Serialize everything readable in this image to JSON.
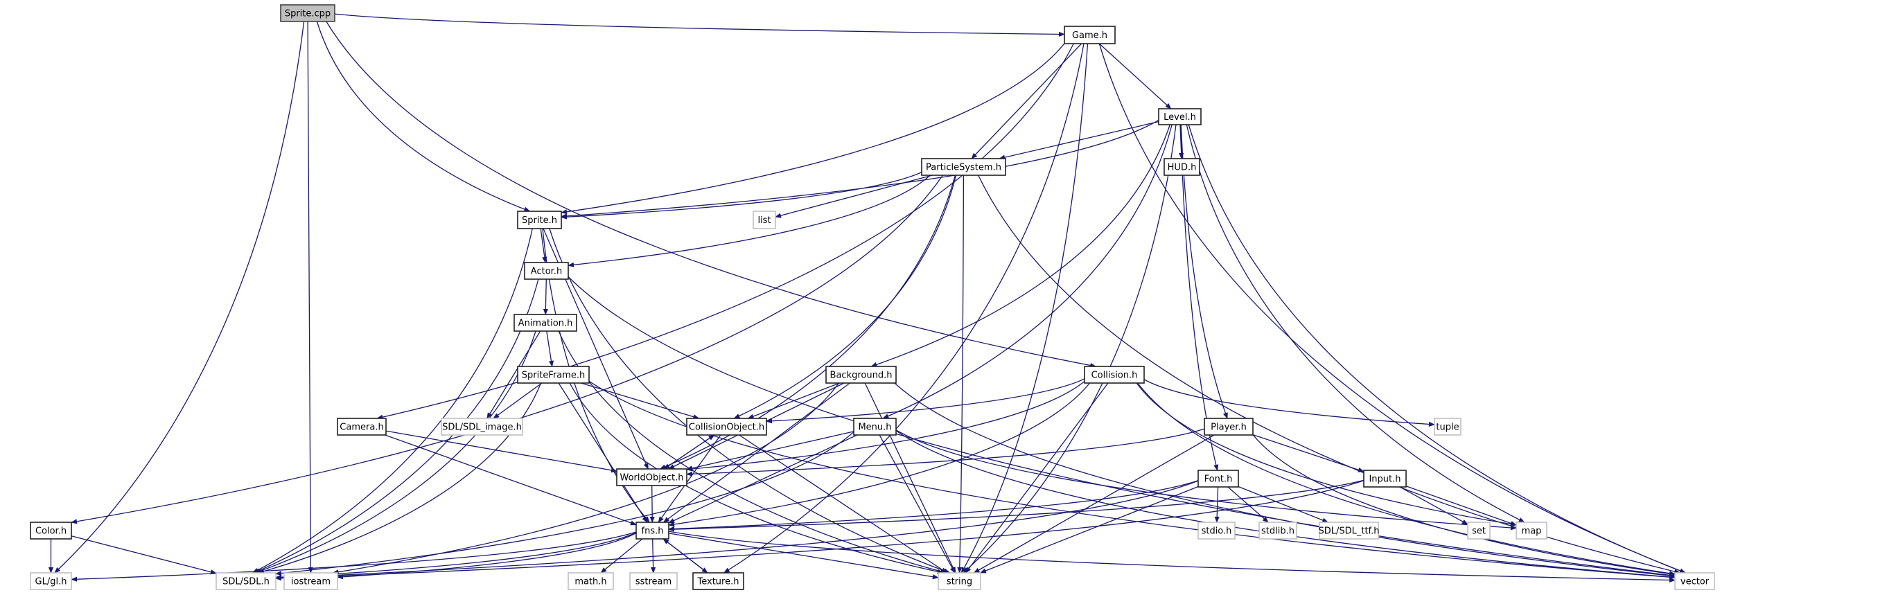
{
  "title": "Sprite.cpp include dependency graph",
  "colors": {
    "edge": "#191970",
    "root_fill": "#bfbfbf",
    "local_border": "#202020",
    "system_border": "#bfbfbf"
  },
  "nodes": [
    {
      "id": "sprite_cpp",
      "label": "Sprite.cpp",
      "kind": "root"
    },
    {
      "id": "game_h",
      "label": "Game.h",
      "kind": "local"
    },
    {
      "id": "level_h",
      "label": "Level.h",
      "kind": "local"
    },
    {
      "id": "hud_h",
      "label": "HUD.h",
      "kind": "local"
    },
    {
      "id": "particlesystem_h",
      "label": "ParticleSystem.h",
      "kind": "local"
    },
    {
      "id": "sprite_h",
      "label": "Sprite.h",
      "kind": "local"
    },
    {
      "id": "list",
      "label": "list",
      "kind": "system"
    },
    {
      "id": "actor_h",
      "label": "Actor.h",
      "kind": "local"
    },
    {
      "id": "animation_h",
      "label": "Animation.h",
      "kind": "local"
    },
    {
      "id": "spriteframe_h",
      "label": "SpriteFrame.h",
      "kind": "local"
    },
    {
      "id": "background_h",
      "label": "Background.h",
      "kind": "local"
    },
    {
      "id": "collision_h",
      "label": "Collision.h",
      "kind": "local"
    },
    {
      "id": "camera_h",
      "label": "Camera.h",
      "kind": "local"
    },
    {
      "id": "sdl_image_h",
      "label": "SDL/SDL_image.h",
      "kind": "system"
    },
    {
      "id": "collisionobject_h",
      "label": "CollisionObject.h",
      "kind": "local"
    },
    {
      "id": "menu_h",
      "label": "Menu.h",
      "kind": "local"
    },
    {
      "id": "player_h",
      "label": "Player.h",
      "kind": "local"
    },
    {
      "id": "tuple",
      "label": "tuple",
      "kind": "system"
    },
    {
      "id": "worldobject_h",
      "label": "WorldObject.h",
      "kind": "local"
    },
    {
      "id": "font_h",
      "label": "Font.h",
      "kind": "local"
    },
    {
      "id": "input_h",
      "label": "Input.h",
      "kind": "local"
    },
    {
      "id": "color_h",
      "label": "Color.h",
      "kind": "local"
    },
    {
      "id": "fns_h",
      "label": "fns.h",
      "kind": "local"
    },
    {
      "id": "stdio_h",
      "label": "stdio.h",
      "kind": "system"
    },
    {
      "id": "stdlib_h",
      "label": "stdlib.h",
      "kind": "system"
    },
    {
      "id": "sdl_ttf_h",
      "label": "SDL/SDL_ttf.h",
      "kind": "system"
    },
    {
      "id": "set",
      "label": "set",
      "kind": "system"
    },
    {
      "id": "map",
      "label": "map",
      "kind": "system"
    },
    {
      "id": "gl_h",
      "label": "GL/gl.h",
      "kind": "system"
    },
    {
      "id": "sdl_h",
      "label": "SDL/SDL.h",
      "kind": "system"
    },
    {
      "id": "iostream",
      "label": "iostream",
      "kind": "system"
    },
    {
      "id": "math_h",
      "label": "math.h",
      "kind": "system"
    },
    {
      "id": "sstream",
      "label": "sstream",
      "kind": "system"
    },
    {
      "id": "texture_h",
      "label": "Texture.h",
      "kind": "local"
    },
    {
      "id": "string",
      "label": "string",
      "kind": "system"
    },
    {
      "id": "vector",
      "label": "vector",
      "kind": "system"
    }
  ],
  "edges": [
    [
      "sprite_cpp",
      "game_h"
    ],
    [
      "sprite_cpp",
      "sprite_h"
    ],
    [
      "sprite_cpp",
      "collision_h"
    ],
    [
      "sprite_cpp",
      "gl_h"
    ],
    [
      "sprite_cpp",
      "iostream"
    ],
    [
      "game_h",
      "level_h"
    ],
    [
      "game_h",
      "particlesystem_h"
    ],
    [
      "game_h",
      "sprite_h"
    ],
    [
      "game_h",
      "camera_h"
    ],
    [
      "game_h",
      "string"
    ],
    [
      "game_h",
      "vector"
    ],
    [
      "game_h",
      "texture_h"
    ],
    [
      "level_h",
      "hud_h"
    ],
    [
      "level_h",
      "particlesystem_h"
    ],
    [
      "level_h",
      "sprite_h"
    ],
    [
      "level_h",
      "background_h"
    ],
    [
      "level_h",
      "menu_h"
    ],
    [
      "level_h",
      "player_h"
    ],
    [
      "level_h",
      "font_h"
    ],
    [
      "level_h",
      "map"
    ],
    [
      "level_h",
      "vector"
    ],
    [
      "level_h",
      "string"
    ],
    [
      "particlesystem_h",
      "sprite_h"
    ],
    [
      "particlesystem_h",
      "list"
    ],
    [
      "particlesystem_h",
      "actor_h"
    ],
    [
      "particlesystem_h",
      "color_h"
    ],
    [
      "particlesystem_h",
      "worldobject_h"
    ],
    [
      "particlesystem_h",
      "collisionobject_h"
    ],
    [
      "particlesystem_h",
      "string"
    ],
    [
      "particlesystem_h",
      "vector"
    ],
    [
      "sprite_h",
      "actor_h"
    ],
    [
      "sprite_h",
      "sdl_h"
    ],
    [
      "sprite_h",
      "fns_h"
    ],
    [
      "sprite_h",
      "worldobject_h"
    ],
    [
      "sprite_h",
      "string"
    ],
    [
      "actor_h",
      "animation_h"
    ],
    [
      "actor_h",
      "sdl_h"
    ],
    [
      "actor_h",
      "vector"
    ],
    [
      "animation_h",
      "spriteframe_h"
    ],
    [
      "animation_h",
      "sdl_image_h"
    ],
    [
      "animation_h",
      "sdl_h"
    ],
    [
      "animation_h",
      "string"
    ],
    [
      "spriteframe_h",
      "sdl_image_h"
    ],
    [
      "spriteframe_h",
      "collisionobject_h"
    ],
    [
      "spriteframe_h",
      "sdl_h"
    ],
    [
      "spriteframe_h",
      "fns_h"
    ],
    [
      "spriteframe_h",
      "string"
    ],
    [
      "spriteframe_h",
      "vector"
    ],
    [
      "background_h",
      "collisionobject_h"
    ],
    [
      "background_h",
      "worldobject_h"
    ],
    [
      "background_h",
      "fns_h"
    ],
    [
      "background_h",
      "iostream"
    ],
    [
      "background_h",
      "string"
    ],
    [
      "background_h",
      "vector"
    ],
    [
      "collision_h",
      "collisionobject_h"
    ],
    [
      "collision_h",
      "worldobject_h"
    ],
    [
      "collision_h",
      "fns_h"
    ],
    [
      "collision_h",
      "string"
    ],
    [
      "collision_h",
      "tuple"
    ],
    [
      "collision_h",
      "map"
    ],
    [
      "collision_h",
      "vector"
    ],
    [
      "camera_h",
      "worldobject_h"
    ],
    [
      "camera_h",
      "fns_h"
    ],
    [
      "collisionobject_h",
      "worldobject_h"
    ],
    [
      "collisionobject_h",
      "fns_h"
    ],
    [
      "collisionobject_h",
      "string"
    ],
    [
      "worldobject_h",
      "collisionobject_h"
    ],
    [
      "worldobject_h",
      "fns_h"
    ],
    [
      "menu_h",
      "worldobject_h"
    ],
    [
      "menu_h",
      "fns_h"
    ],
    [
      "menu_h",
      "sdl_h"
    ],
    [
      "menu_h",
      "string"
    ],
    [
      "menu_h",
      "map"
    ],
    [
      "menu_h",
      "vector"
    ],
    [
      "player_h",
      "worldobject_h"
    ],
    [
      "player_h",
      "input_h"
    ],
    [
      "player_h",
      "string"
    ],
    [
      "player_h",
      "vector"
    ],
    [
      "font_h",
      "stdio_h"
    ],
    [
      "font_h",
      "stdlib_h"
    ],
    [
      "font_h",
      "sdl_ttf_h"
    ],
    [
      "font_h",
      "fns_h"
    ],
    [
      "font_h",
      "sdl_h"
    ],
    [
      "font_h",
      "string"
    ],
    [
      "input_h",
      "set"
    ],
    [
      "input_h",
      "map"
    ],
    [
      "input_h",
      "fns_h"
    ],
    [
      "input_h",
      "sdl_h"
    ],
    [
      "color_h",
      "gl_h"
    ],
    [
      "color_h",
      "sdl_h"
    ],
    [
      "fns_h",
      "math_h"
    ],
    [
      "fns_h",
      "sstream"
    ],
    [
      "fns_h",
      "texture_h"
    ],
    [
      "fns_h",
      "string"
    ],
    [
      "fns_h",
      "sdl_h"
    ],
    [
      "fns_h",
      "iostream"
    ],
    [
      "fns_h",
      "gl_h"
    ],
    [
      "fns_h",
      "vector"
    ],
    [
      "texture_h",
      "fns_h"
    ]
  ]
}
